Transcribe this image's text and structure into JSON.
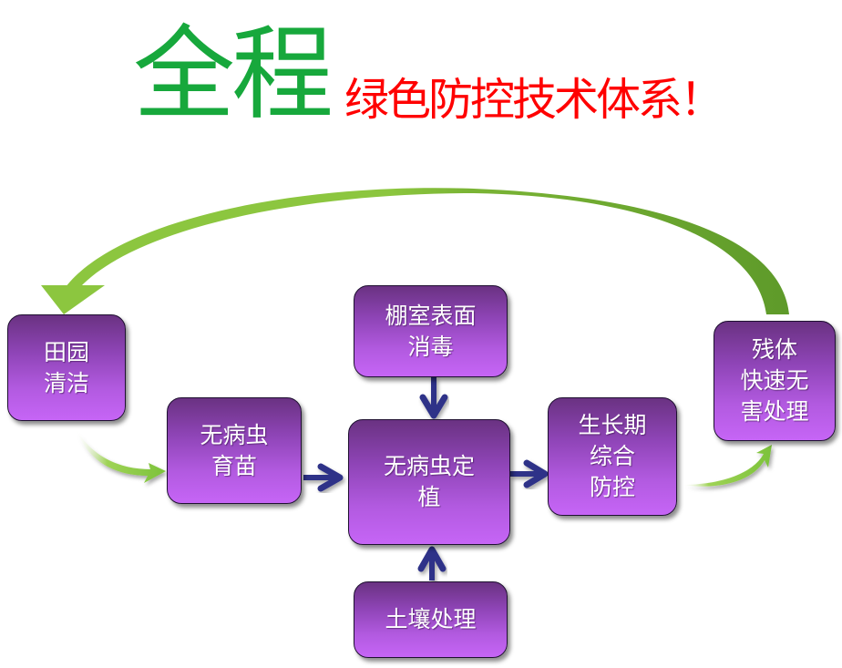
{
  "title": {
    "highlight": "全程",
    "rest": "绿色防控技术体系！",
    "highlight_color": "#17a83c",
    "rest_color": "#ff0000"
  },
  "colors": {
    "box_top": "#6a3282",
    "box_bottom": "#c665f6",
    "flow_arrow": "#2e3188",
    "cycle_arrow_light": "#8cc63f",
    "cycle_arrow_dark": "#5e9a2a"
  },
  "nodes": [
    {
      "id": "field-cleaning",
      "label": "田园\n清洁"
    },
    {
      "id": "seedling",
      "label": "无病虫\n育苗"
    },
    {
      "id": "greenhouse-disinfection",
      "label": "棚室表面\n消毒"
    },
    {
      "id": "planting",
      "label": "无病虫定\n植"
    },
    {
      "id": "growth-control",
      "label": "生长期\n综合\n防控"
    },
    {
      "id": "residue-treatment",
      "label": "残体\n快速无\n害处理"
    },
    {
      "id": "soil-treatment",
      "label": "土壤处理"
    }
  ],
  "edges": [
    {
      "from": "field-cleaning",
      "to": "seedling",
      "style": "green-curve"
    },
    {
      "from": "seedling",
      "to": "planting",
      "style": "blue-arrow"
    },
    {
      "from": "greenhouse-disinfection",
      "to": "planting",
      "style": "blue-arrow"
    },
    {
      "from": "soil-treatment",
      "to": "planting",
      "style": "blue-arrow"
    },
    {
      "from": "planting",
      "to": "growth-control",
      "style": "blue-arrow"
    },
    {
      "from": "growth-control",
      "to": "residue-treatment",
      "style": "green-curve"
    },
    {
      "from": "residue-treatment",
      "to": "field-cleaning",
      "style": "green-big-arc"
    }
  ]
}
